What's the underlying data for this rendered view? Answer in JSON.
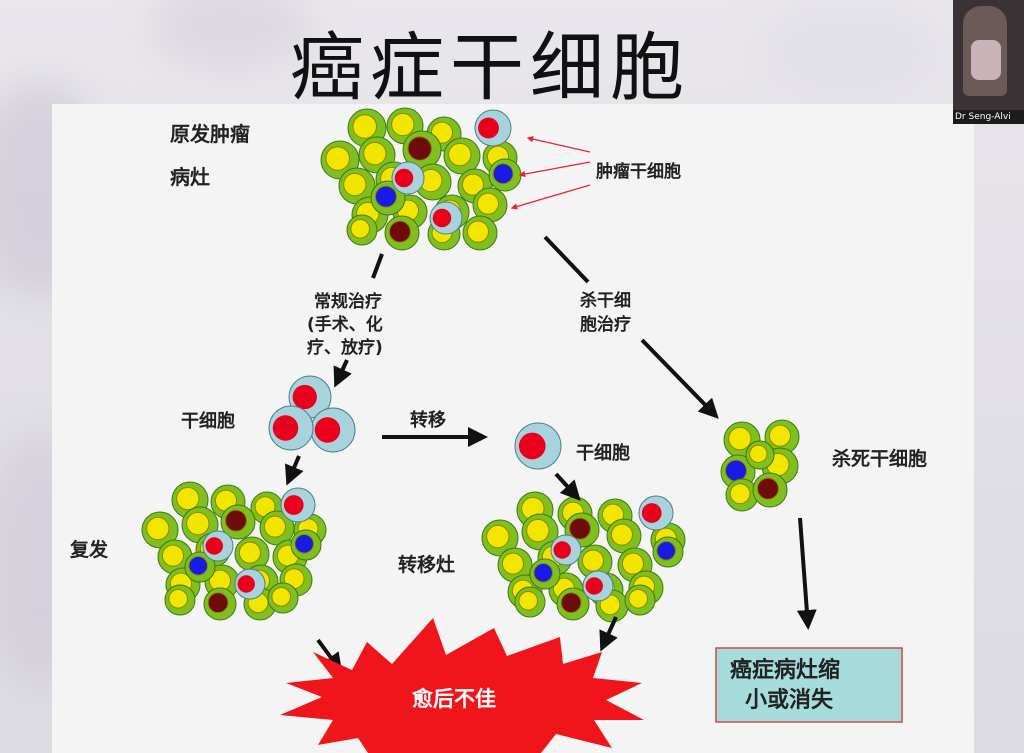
{
  "slide_title": "癌症干细胞",
  "webcam_label": "Dr Seng-Alvi",
  "labels": {
    "primary_tumor_line1": "原发肿瘤",
    "primary_tumor_line2": "病灶",
    "tumor_stem_cell": "肿瘤干细胞",
    "conventional_line1": "常规治疗",
    "conventional_line2": "(手术、化",
    "conventional_line3": "疗、放疗)",
    "kill_line1": "杀干细",
    "kill_line2": "胞治疗",
    "stem_cell_left": "干细胞",
    "metastasis": "转移",
    "stem_cell_mid": "干细胞",
    "killed_stem_cell": "杀死干细胞",
    "recurrence": "复发",
    "metastatic_focus": "转移灶",
    "poor_prognosis": "愈后不佳",
    "shrink_line1": "癌症病灶缩",
    "shrink_line2": "小或消失"
  },
  "colors": {
    "cell_yellow": "#f2e600",
    "cell_green": "#7fbf1f",
    "stem_light_blue": "#a8d3dc",
    "stem_red": "#e8001c",
    "cell_blue": "#1a1ae6",
    "cell_dark_red": "#6e0c0c",
    "burst_red": "#f0151b",
    "result_box_bg": "#a6dcdc",
    "result_box_border": "#d24a4a"
  }
}
